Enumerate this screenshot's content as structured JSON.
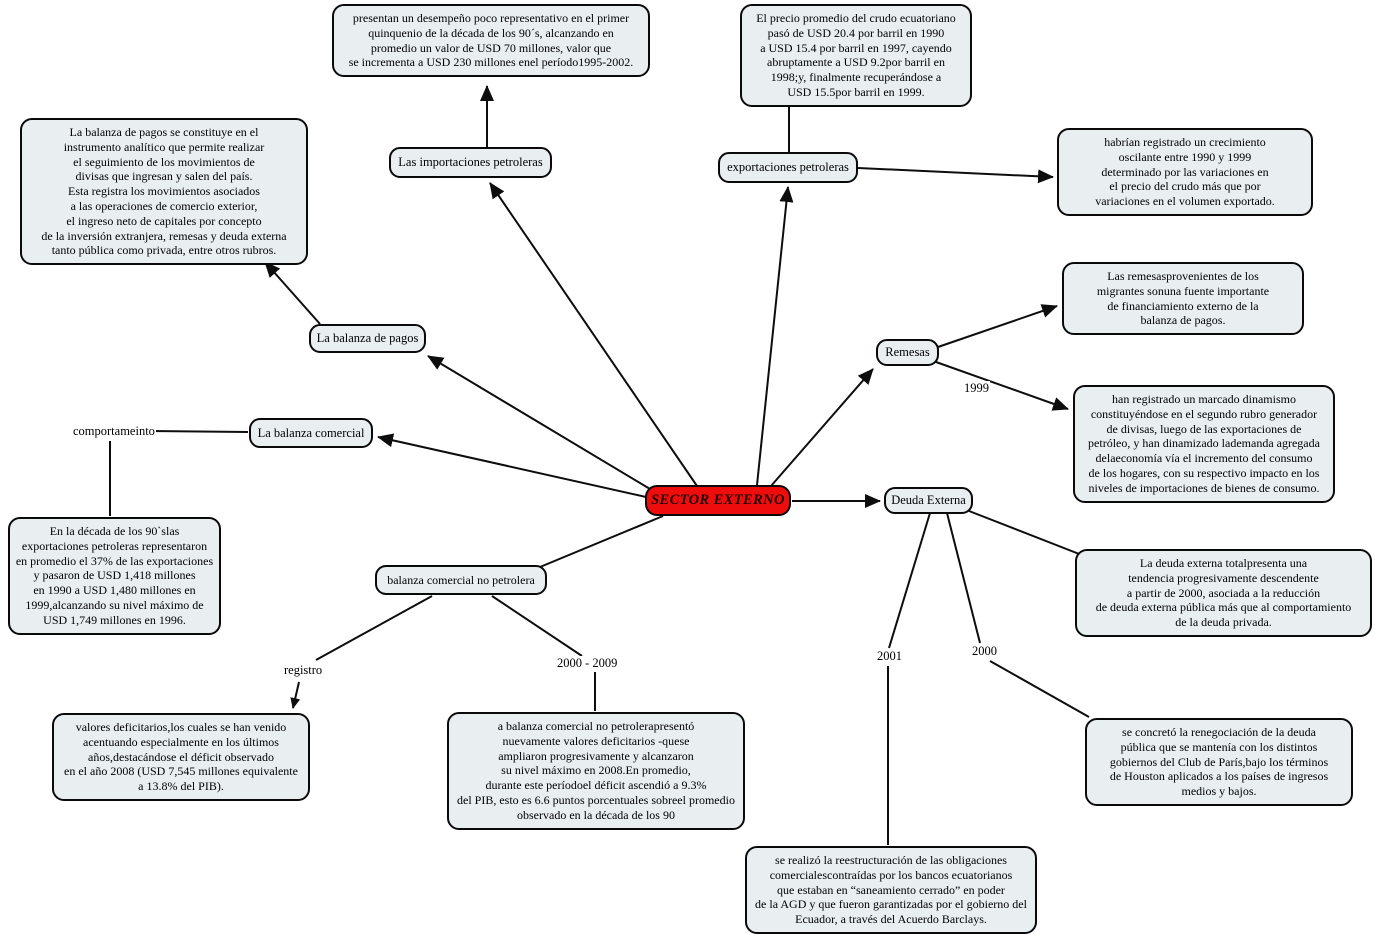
{
  "center": {
    "label": "SECTOR EXTERNO",
    "fill_color": "#ee0d0d",
    "box_fill_color": "#e9eff1"
  },
  "nodes": [
    {
      "label": "Las importaciones petroleras"
    },
    {
      "label": "exportaciones petroleras"
    },
    {
      "label": "La balanza de pagos"
    },
    {
      "label": "La balanza comercial"
    },
    {
      "label": "Remesas"
    },
    {
      "label": "Deuda Externa"
    },
    {
      "label": "balanza  comercial  no  petrolera"
    }
  ],
  "boxes": [
    {
      "id": "balanza-pagos-definicion",
      "text": "La balanza de pagos se constituye en el\ninstrumento analítico que permite realizar\nel seguimiento de los movimientos de\ndivisas que ingresan y salen del país.\nEsta registra los movimientos asociados\na las operaciones de comercio exterior,\nel ingreso neto de capitales por concepto\nde la inversión extranjera, remesas y deuda externa\ntanto pública como privada, entre otros rubros."
    },
    {
      "id": "importaciones-desempeno",
      "text": "presentan un desempeño poco representativo en el  primer\nquinquenio de la década de los 90´s, alcanzando en\npromedio un valor de USD 70 millones, valor que\nse incrementa a USD 230 millones enel período1995-2002."
    },
    {
      "id": "precio-crudo",
      "text": "El precio promedio del crudo ecuatoriano\npasó de USD 20.4 por barril en 1990\na USD 15.4 por barril en 1997, cayendo\nabruptamente a USD 9.2por barril en\n1998;y, finalmente recuperándose a\nUSD 15.5por barril en 1999."
    },
    {
      "id": "crecimiento-oscilante",
      "text": "habrían registrado un crecimiento\noscilante entre 1990 y 1999\ndeterminado por las variaciones en\nel precio del crudo más que por\nvariaciones en el volumen exportado."
    },
    {
      "id": "remesas-fuente",
      "text": "Las remesasprovenientes de los\nmigrantes sonuna fuente importante\nde financiamiento externo de la\nbalanza de pagos."
    },
    {
      "id": "remesas-dinamismo",
      "text": "han registrado un marcado dinamismo\nconstituyéndose en el segundo rubro generador\nde divisas, luego de las exportaciones de\npetróleo, y han dinamizado lademanda agregada\ndelaeconomía vía el incremento del consumo\nde los hogares, con su respectivo impacto en los\nniveles de importaciones de bienes de consumo."
    },
    {
      "id": "deuda-total-tendencia",
      "text": "La deuda externa totalpresenta una\ntendencia progresivamente descendente\na partir de 2000, asociada a la reducción\nde deuda externa pública más que al comportamiento\nde la deuda privada."
    },
    {
      "id": "exportaciones-90s",
      "text": "En la década de los 90`slas\nexportaciones petroleras representaron\nen promedio el 37% de las exportaciones\ny pasaron de USD 1,418 millones\nen 1990 a USD 1,480 millones en\n1999,alcanzando su nivel máximo de\nUSD 1,749 millones en 1996."
    },
    {
      "id": "valores-deficitarios",
      "text": "valores deficitarios,los cuales se han venido\nacentuando especialmente en los últimos\naños,destacándose el déficit observado\nen el año 2008 (USD 7,545 millones equivalente\na 13.8% del PIB)."
    },
    {
      "id": "no-petrolera-deficit",
      "text": "a balanza comercial no petrolerapresentó\nnuevamente valores deficitarios -quese\nampliaron progresivamente y alcanzaron\nsu nivel máximo en 2008.En promedio,\ndurante este períodoel déficit ascendió a 9.3%\ndel PIB, esto es 6.6 puntos porcentuales sobreel promedio\nobservado en la década de los 90"
    },
    {
      "id": "renegociacion-deuda",
      "text": "se concretó la renegociación de la deuda\npública que se mantenía con los distintos\ngobiernos del Club de París,bajo los términos\nde Houston aplicados a los países de ingresos\nmedios y bajos."
    },
    {
      "id": "reestructuracion-obligaciones",
      "text": "se realizó la reestructuración de las obligaciones\ncomercialescontraídas por los bancos ecuatorianos\nque estaban en “saneamiento cerrado” en poder\nde la AGD y que fueron garantizadas por el gobierno del\nEcuador, a través del Acuerdo Barclays."
    }
  ],
  "link_labels": [
    {
      "text": "comportameinto"
    },
    {
      "text": "registro"
    },
    {
      "text": "2000 - 2009"
    },
    {
      "text": "1999"
    },
    {
      "text": "2001"
    },
    {
      "text": "2000"
    }
  ]
}
